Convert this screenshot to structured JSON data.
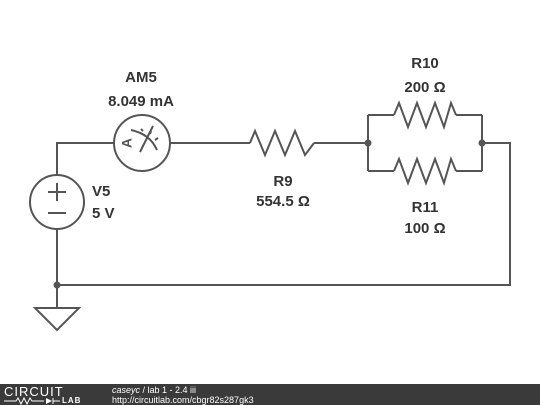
{
  "components": {
    "voltage_source": {
      "name": "V5",
      "value": "5 V"
    },
    "ammeter": {
      "name": "AM5",
      "value": "8.049 mA",
      "symbol": "A"
    },
    "r9": {
      "name": "R9",
      "value": "554.5 Ω"
    },
    "r10": {
      "name": "R10",
      "value": "200 Ω"
    },
    "r11": {
      "name": "R11",
      "value": "100 Ω"
    }
  },
  "footer": {
    "logo_top": "CIRCUIT",
    "logo_bottom": "LAB",
    "user": "caseyc",
    "separator": " / ",
    "title": "lab 1 - 2.4 iii",
    "url": "http://circuitlab.com/cbgr82s287gk3"
  },
  "colors": {
    "wire": "#555555",
    "footer_bg": "#3a3a3a",
    "text": "#333333"
  }
}
